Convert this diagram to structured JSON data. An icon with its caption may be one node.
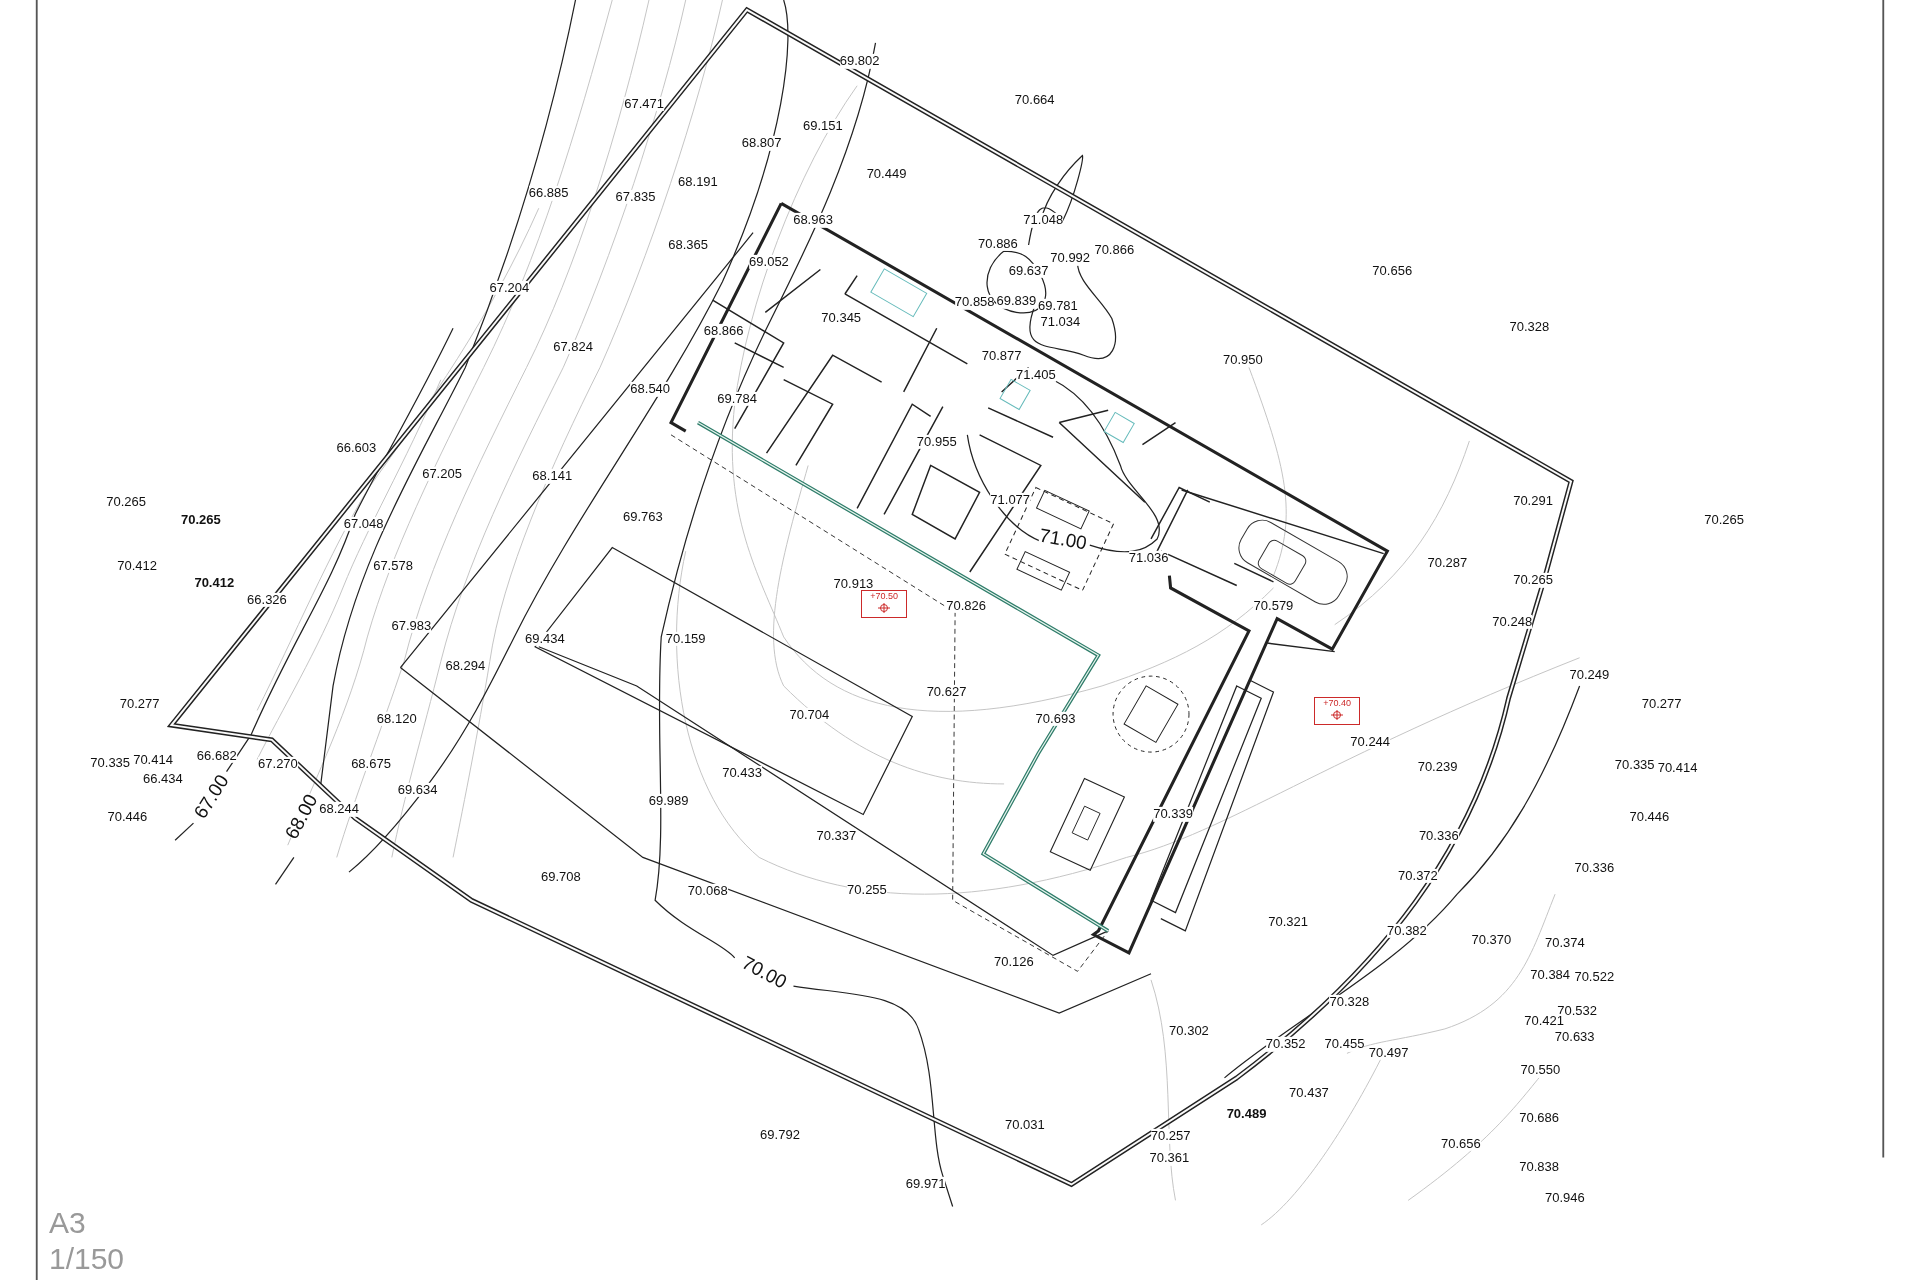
{
  "diagram": {
    "nodes": [
      {
        "text": [
          "+70.50"
        ]
      },
      {
        "text": [
          "+70.40"
        ]
      }
    ],
    "labels": [
      "69.802",
      "70.664",
      "67.471",
      "69.151",
      "68.807",
      "70.449",
      "68.191",
      "66.885",
      "67.835",
      "71.048",
      "68.963",
      "70.886",
      "70.866",
      "70.992",
      "68.365",
      "69.052",
      "69.637",
      "70.656",
      "67.204",
      "70.858",
      "69.839",
      "69.781",
      "70.345",
      "71.034",
      "70.328",
      "68.866",
      "67.824",
      "70.877",
      "70.950",
      "71.405",
      "68.540",
      "69.784",
      "70.955",
      "66.603",
      "67.205",
      "68.141",
      "70.291",
      "71.077",
      "70.265",
      "70.265",
      "70.265",
      "69.763",
      "71.00",
      "67.048",
      "71.036",
      "70.287",
      "70.412",
      "67.578",
      "70.412",
      "70.265",
      "70.913",
      "66.326",
      "70.826",
      "70.579",
      "70.248",
      "67.983",
      "69.434",
      "70.159",
      "68.294",
      "70.249",
      "70.627",
      "70.277",
      "70.277",
      "70.704",
      "68.120",
      "70.693",
      "70.244",
      "66.682",
      "67.270",
      "68.675",
      "70.335",
      "70.414",
      "66.434",
      "70.239",
      "70.335",
      "70.414",
      "70.433",
      "69.634",
      "67.00",
      "69.989",
      "68.244",
      "68.00",
      "70.446",
      "70.339",
      "70.446",
      "70.337",
      "70.336",
      "70.336",
      "70.372",
      "69.708",
      "70.255",
      "70.068",
      "70.321",
      "70.382",
      "70.370",
      "70.374",
      "70.126",
      "70.00",
      "70.384",
      "70.522",
      "70.328",
      "70.532",
      "70.421",
      "70.302",
      "70.633",
      "70.352",
      "70.455",
      "70.497",
      "70.550",
      "70.437",
      "70.489",
      "70.686",
      "70.031",
      "69.792",
      "70.257",
      "70.656",
      "70.361",
      "70.838",
      "69.971",
      "70.946",
      "A3",
      "1/150"
    ]
  }
}
